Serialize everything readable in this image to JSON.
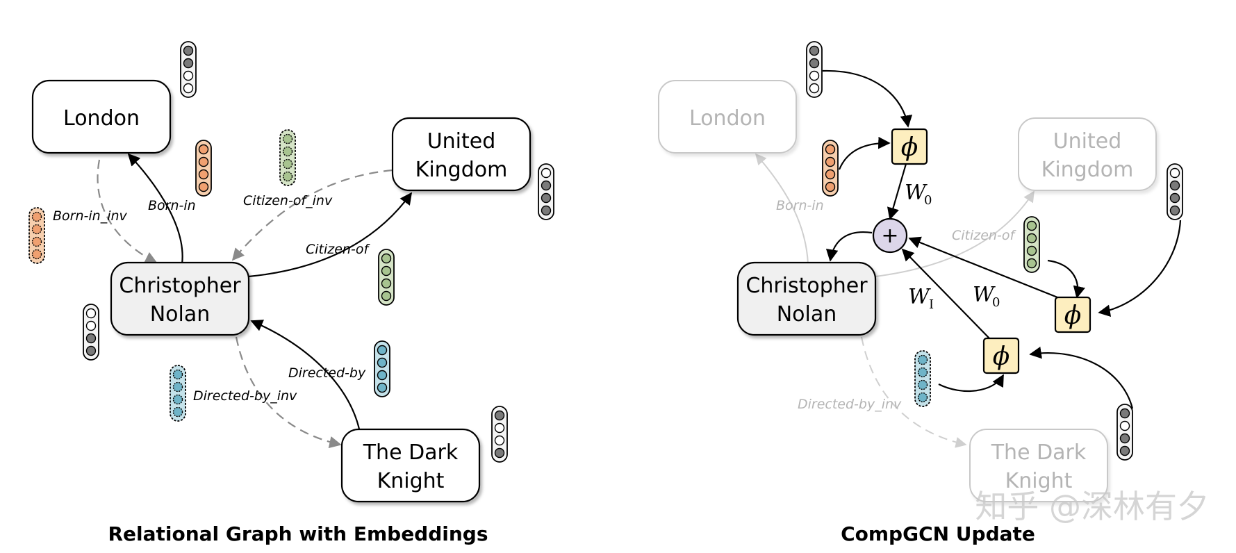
{
  "colors": {
    "orange": "#f0a070",
    "green": "#a8c490",
    "blue": "#6fb4c8",
    "gray_fill": "#7a7a7a",
    "light_fill": "#ffffff",
    "phi_fill": "#fdeebf",
    "plus_fill": "#dcd6ea",
    "faded": "#c0c0c0",
    "dash": "#8a8a8a"
  },
  "left_panel": {
    "title": "Relational Graph with Embeddings",
    "nodes": {
      "london": "London",
      "uk_line1": "United",
      "uk_line2": "Kingdom",
      "nolan_line1": "Christopher",
      "nolan_line2": "Nolan",
      "dark_line1": "The Dark",
      "dark_line2": "Knight"
    },
    "edges": {
      "born_in": "Born-in",
      "born_in_inv": "Born-in_inv",
      "citizen_of": "Citizen-of",
      "citizen_of_inv": "Citizen-of_inv",
      "directed_by": "Directed-by",
      "directed_by_inv": "Directed-by_inv"
    }
  },
  "right_panel": {
    "title": "CompGCN Update",
    "nodes": {
      "london": "London",
      "uk_line1": "United",
      "uk_line2": "Kingdom",
      "nolan_line1": "Christopher",
      "nolan_line2": "Nolan",
      "dark_line1": "The Dark",
      "dark_line2": "Knight"
    },
    "edges": {
      "born_in": "Born-in",
      "citizen_of": "Citizen-of",
      "directed_by_inv": "Directed-by_inv"
    },
    "phi": "ϕ",
    "plus": "+",
    "w_letter": "W",
    "w0_sub": "0",
    "wi_sub": "I"
  },
  "watermark": "知乎 @深林有夕"
}
